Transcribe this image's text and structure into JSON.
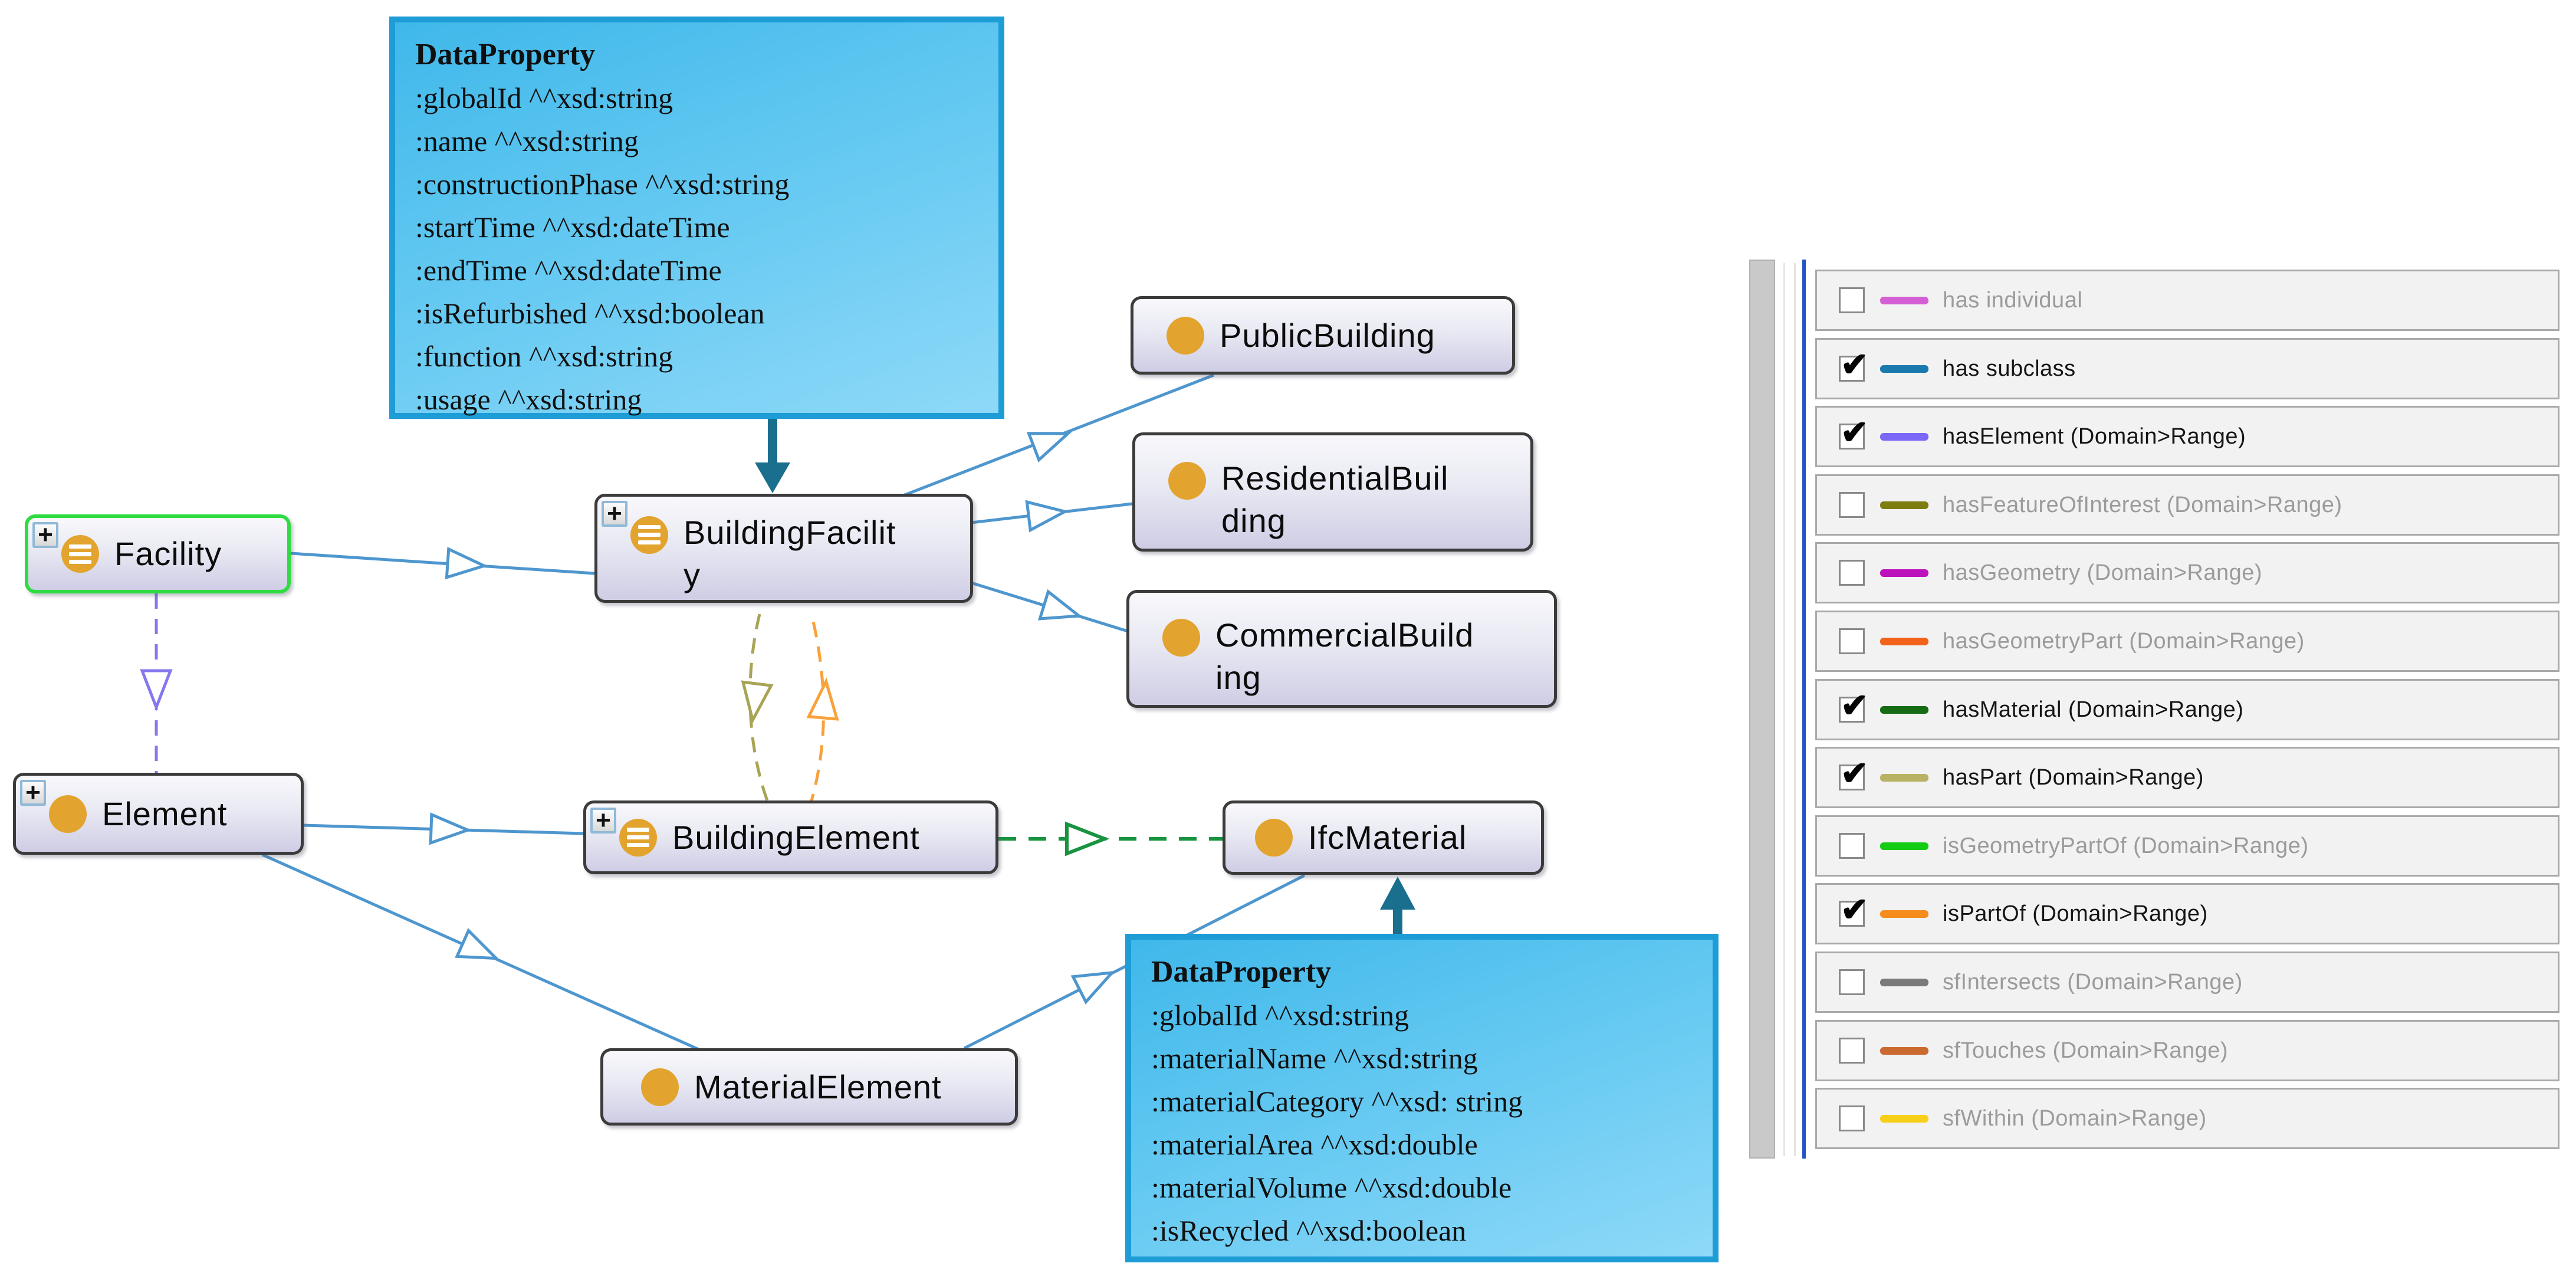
{
  "diagram": {
    "nodes": {
      "facility": {
        "label": "Facility",
        "lines": [
          "Facility"
        ],
        "expandable": true,
        "icon": "class-with-individuals-icon",
        "selected": true
      },
      "building_facility": {
        "label": "BuildingFacility",
        "lines": [
          "BuildingFacilit",
          "y"
        ],
        "expandable": true,
        "icon": "class-with-individuals-icon",
        "selected": false
      },
      "element": {
        "label": "Element",
        "lines": [
          "Element"
        ],
        "expandable": true,
        "icon": "class-icon",
        "selected": false
      },
      "building_element": {
        "label": "BuildingElement",
        "lines": [
          "BuildingElement"
        ],
        "expandable": true,
        "icon": "class-with-individuals-icon",
        "selected": false
      },
      "ifc_material": {
        "label": "IfcMaterial",
        "lines": [
          "IfcMaterial"
        ],
        "expandable": false,
        "icon": "class-icon",
        "selected": false
      },
      "material_element": {
        "label": "MaterialElement",
        "lines": [
          "MaterialElement"
        ],
        "expandable": false,
        "icon": "class-icon",
        "selected": false
      },
      "public_building": {
        "label": "PublicBuilding",
        "lines": [
          "PublicBuilding"
        ],
        "expandable": false,
        "icon": "class-icon",
        "selected": false
      },
      "residential_building": {
        "label": "ResidentialBuilding",
        "lines": [
          "ResidentialBuil",
          "ding"
        ],
        "expandable": false,
        "icon": "class-icon",
        "selected": false
      },
      "commercial_building": {
        "label": "CommercialBuilding",
        "lines": [
          "CommercialBuild",
          "ing"
        ],
        "expandable": false,
        "icon": "class-icon",
        "selected": false
      }
    },
    "annotations": {
      "building": {
        "title": "DataProperty",
        "lines": [
          ":globalId ^^xsd:string",
          ":name ^^xsd:string",
          ":constructionPhase ^^xsd:string",
          ":startTime ^^xsd:dateTime",
          ":endTime ^^xsd:dateTime",
          ":isRefurbished ^^xsd:boolean",
          ":function ^^xsd:string",
          ":usage ^^xsd:string"
        ],
        "points_to": "BuildingFacility"
      },
      "material": {
        "title": "DataProperty",
        "lines": [
          ":globalId ^^xsd:string",
          ":materialName ^^xsd:string",
          ":materialCategory ^^xsd: string",
          ":materialArea ^^xsd:double",
          ":materialVolume ^^xsd:double",
          ":isRecycled ^^xsd:boolean"
        ],
        "points_to": "IfcMaterial"
      }
    },
    "edges": [
      {
        "from": "Facility",
        "to": "BuildingFacility",
        "relation": "has subclass"
      },
      {
        "from": "BuildingFacility",
        "to": "PublicBuilding",
        "relation": "has subclass"
      },
      {
        "from": "BuildingFacility",
        "to": "ResidentialBuilding",
        "relation": "has subclass"
      },
      {
        "from": "BuildingFacility",
        "to": "CommercialBuilding",
        "relation": "has subclass"
      },
      {
        "from": "Element",
        "to": "BuildingElement",
        "relation": "has subclass"
      },
      {
        "from": "Element",
        "to": "MaterialElement",
        "relation": "has subclass"
      },
      {
        "from": "MaterialElement",
        "to": "IfcMaterial",
        "relation": "has subclass"
      },
      {
        "from": "Facility",
        "to": "Element",
        "relation": "hasElement (Domain>Range)"
      },
      {
        "from": "BuildingElement",
        "to": "IfcMaterial",
        "relation": "hasMaterial (Domain>Range)"
      },
      {
        "from": "BuildingFacility",
        "to": "BuildingElement",
        "relation": "hasPart (Domain>Range)"
      },
      {
        "from": "BuildingElement",
        "to": "BuildingFacility",
        "relation": "isPartOf (Domain>Range)"
      }
    ]
  },
  "legend": {
    "rows": [
      {
        "label": "has individual",
        "checked": false,
        "check": "",
        "color": "#d45fd4",
        "text_color": "#9b9b9b"
      },
      {
        "label": "has subclass",
        "checked": true,
        "check": "✔",
        "color": "#1a7aae",
        "text_color": "#151515"
      },
      {
        "label": "hasElement (Domain>Range)",
        "checked": true,
        "check": "✔",
        "color": "#7a68f8",
        "text_color": "#151515"
      },
      {
        "label": "hasFeatureOfInterest (Domain>Range)",
        "checked": false,
        "check": "",
        "color": "#7d7d10",
        "text_color": "#9b9b9b"
      },
      {
        "label": "hasGeometry (Domain>Range)",
        "checked": false,
        "check": "",
        "color": "#bc12bc",
        "text_color": "#9b9b9b"
      },
      {
        "label": "hasGeometryPart (Domain>Range)",
        "checked": false,
        "check": "",
        "color": "#f2621a",
        "text_color": "#9b9b9b"
      },
      {
        "label": "hasMaterial (Domain>Range)",
        "checked": true,
        "check": "✔",
        "color": "#156c15",
        "text_color": "#151515"
      },
      {
        "label": "hasPart (Domain>Range)",
        "checked": true,
        "check": "✔",
        "color": "#b8b264",
        "text_color": "#151515"
      },
      {
        "label": "isGeometryPartOf (Domain>Range)",
        "checked": false,
        "check": "",
        "color": "#13cc13",
        "text_color": "#9b9b9b"
      },
      {
        "label": "isPartOf (Domain>Range)",
        "checked": true,
        "check": "✔",
        "color": "#f78c1e",
        "text_color": "#151515"
      },
      {
        "label": "sfIntersects (Domain>Range)",
        "checked": false,
        "check": "",
        "color": "#7a7a7a",
        "text_color": "#9b9b9b"
      },
      {
        "label": "sfTouches (Domain>Range)",
        "checked": false,
        "check": "",
        "color": "#cb6a2e",
        "text_color": "#9b9b9b"
      },
      {
        "label": "sfWithin (Domain>Range)",
        "checked": false,
        "check": "",
        "color": "#f8cf18",
        "text_color": "#9b9b9b"
      }
    ]
  },
  "colors": {
    "subclass_edge": "#4e96ce",
    "has_element_edge": "#8577ee",
    "has_material_edge": "#189440",
    "has_part_edge": "#a8a455",
    "is_part_of_edge": "#f9a13b",
    "annotation_arrow": "#1a6e8e",
    "annotation_border": "#1d9cd6",
    "selected_node_border": "#2edc42",
    "class_icon_fill": "#e2a42e"
  }
}
